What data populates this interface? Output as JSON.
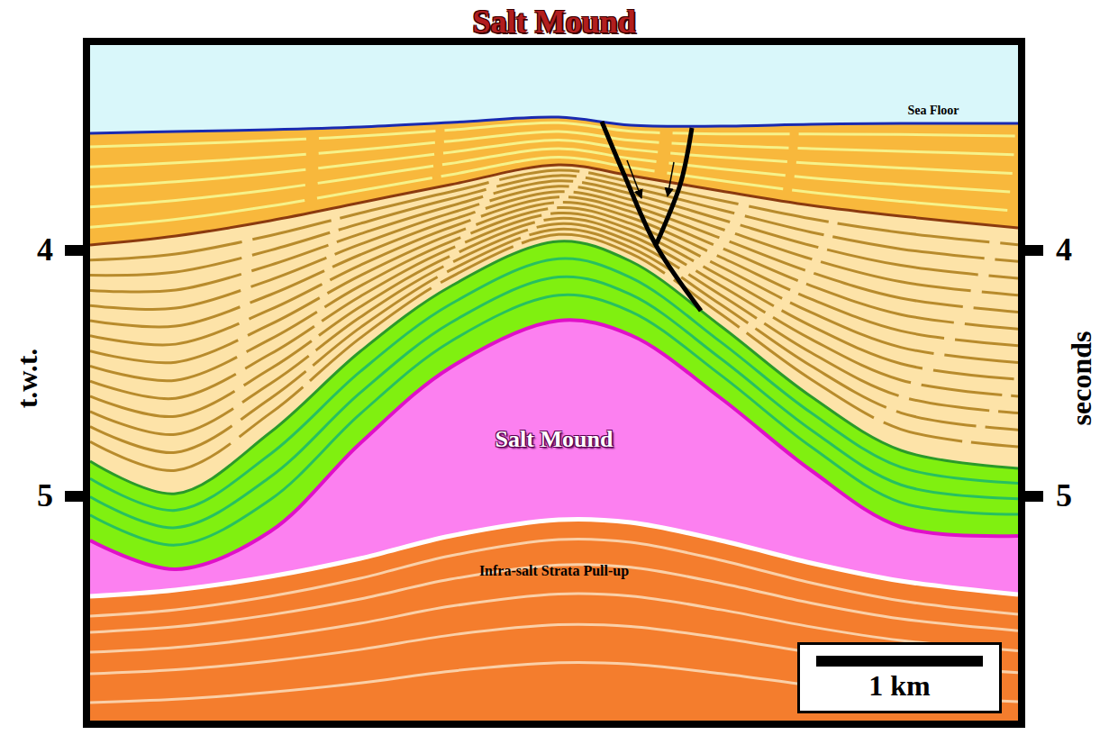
{
  "diagram": {
    "title": "Salt Mound",
    "nodes": [
      {
        "text": [
          "1 km"
        ]
      }
    ],
    "labels": [
      "Sea Floor",
      "4",
      "4",
      "t.w.t.",
      "seconds",
      "Salt Mound",
      "5",
      "5",
      "Infra-salt Strata Pull-up"
    ]
  }
}
